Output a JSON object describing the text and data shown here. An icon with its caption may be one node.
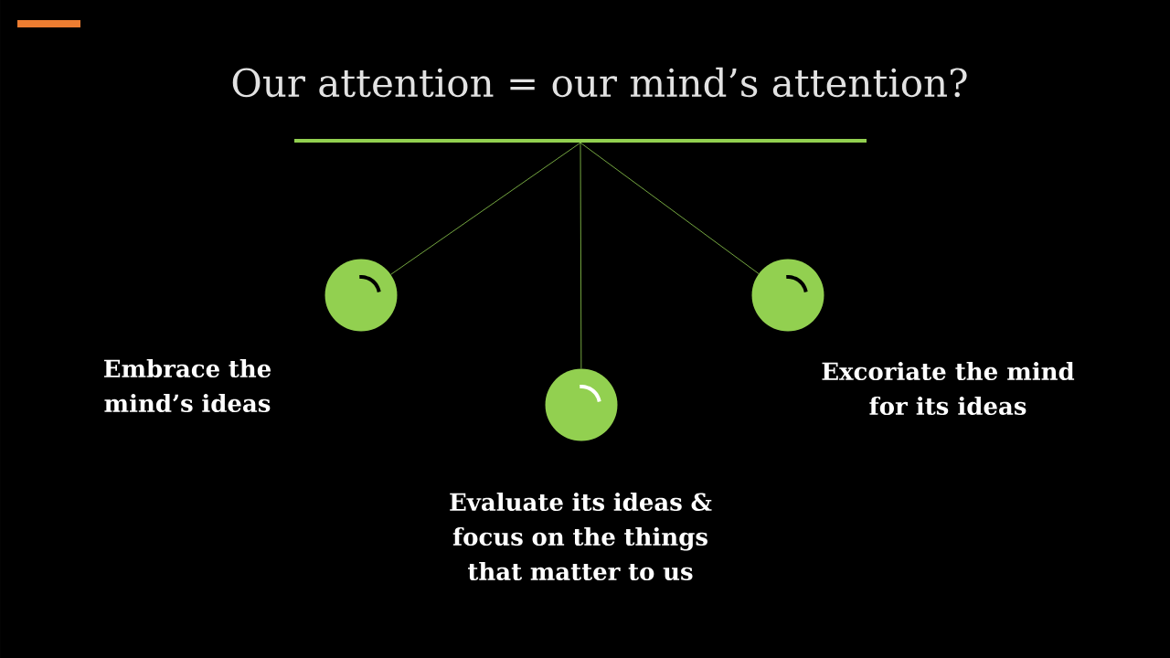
{
  "diagram": {
    "title": "Our attention = our mind’s attention?",
    "nodes": [
      {
        "text": [],
        "shape": "bar"
      },
      {
        "text": [],
        "shape": "circle",
        "beside": [
          "Embrace the mind’s ideas"
        ]
      },
      {
        "text": [],
        "shape": "circle",
        "beside": [
          "Evaluate its ideas & focus on the things that matter to us"
        ]
      },
      {
        "text": [],
        "shape": "circle",
        "beside": [
          "Excoriate the mind for its ideas"
        ]
      }
    ],
    "edges": [
      {
        "from": 0,
        "to": 1,
        "arrow": "none"
      },
      {
        "from": 0,
        "to": 2,
        "arrow": "none"
      },
      {
        "from": 0,
        "to": 3,
        "arrow": "none"
      }
    ]
  }
}
